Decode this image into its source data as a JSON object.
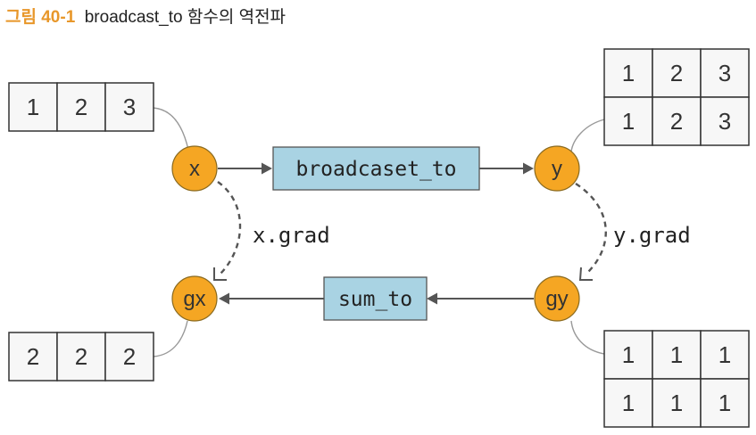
{
  "caption": {
    "number": "그림 40-1",
    "title": "broadcast_to 함수의 역전파"
  },
  "arrays": {
    "x_values": [
      "1",
      "2",
      "3"
    ],
    "y_values": [
      [
        "1",
        "2",
        "3"
      ],
      [
        "1",
        "2",
        "3"
      ]
    ],
    "gx_values": [
      "2",
      "2",
      "2"
    ],
    "gy_values": [
      [
        "1",
        "1",
        "1"
      ],
      [
        "1",
        "1",
        "1"
      ]
    ]
  },
  "nodes": {
    "x": "x",
    "y": "y",
    "gx": "gx",
    "gy": "gy"
  },
  "functions": {
    "forward": "broadcaset_to",
    "backward": "sum_to"
  },
  "grad_labels": {
    "x": "x.grad",
    "y": "y.grad"
  },
  "colors": {
    "node_fill": "#f5a623",
    "function_fill": "#a9d3e3",
    "caption_accent": "#e8972a"
  }
}
